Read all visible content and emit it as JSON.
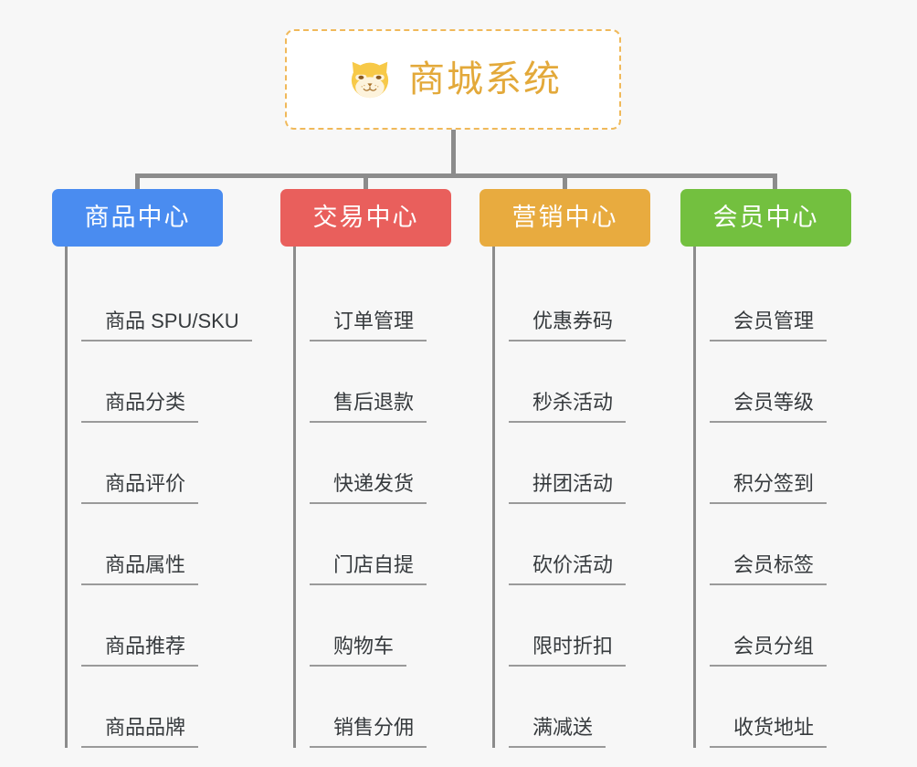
{
  "page": {
    "background_color": "#f7f7f7",
    "title": "商城系统"
  },
  "root": {
    "title": "商城系统",
    "icon": "shiba-dog-icon",
    "text_color": "#e3a93a",
    "border_color": "#f0b95a",
    "background_color": "#ffffff"
  },
  "columns": [
    {
      "header": "商品中心",
      "color": "#4a8cf0",
      "items": [
        "商品 SPU/SKU",
        "商品分类",
        "商品评价",
        "商品属性",
        "商品推荐",
        "商品品牌"
      ]
    },
    {
      "header": "交易中心",
      "color": "#e95f5c",
      "items": [
        "订单管理",
        "售后退款",
        "快递发货",
        "门店自提",
        "购物车",
        "销售分佣"
      ]
    },
    {
      "header": "营销中心",
      "color": "#e8ab3f",
      "items": [
        "优惠券码",
        "秒杀活动",
        "拼团活动",
        "砍价活动",
        "限时折扣",
        "满减送"
      ]
    },
    {
      "header": "会员中心",
      "color": "#73c03f",
      "items": [
        "会员管理",
        "会员等级",
        "积分签到",
        "会员标签",
        "会员分组",
        "收货地址"
      ]
    }
  ],
  "connector_color": "#8c8c8c"
}
